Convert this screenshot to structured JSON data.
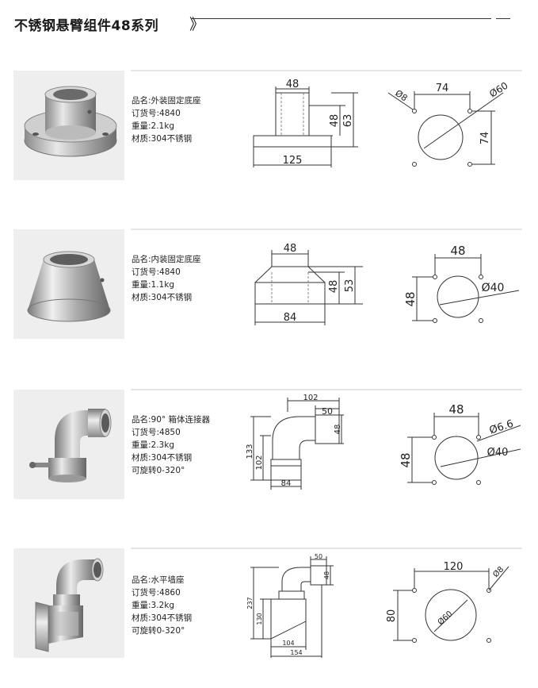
{
  "header": {
    "title": "不锈钢悬臂组件48系列",
    "chevron": "》"
  },
  "products": [
    {
      "lines": [
        "品名:外装固定底座",
        "订货号:4840",
        "重量:2.1kg",
        "材质:304不锈钢"
      ],
      "side_dims": [
        "48",
        "48",
        "63",
        "125"
      ],
      "top_dims": [
        "Ø8",
        "74",
        "Ø60",
        "74"
      ]
    },
    {
      "lines": [
        "品名:内装固定底座",
        "订货号:4840",
        "重量:1.1kg",
        "材质:304不锈钢"
      ],
      "side_dims": [
        "48",
        "48",
        "53",
        "84"
      ],
      "top_dims": [
        "48",
        "48",
        "Ø40"
      ]
    },
    {
      "lines": [
        "品名:90° 箱体连接器",
        "订货号:4850",
        "重量:2.3kg",
        "材质:304不锈钢",
        "可旋转0-320°"
      ],
      "side_dims": [
        "102",
        "50",
        "48",
        "133",
        "102",
        "84"
      ],
      "top_dims": [
        "48",
        "Ø6.6",
        "48",
        "Ø40"
      ]
    },
    {
      "lines": [
        "品名:水平墙座",
        "订货号:4860",
        "重量:3.2kg",
        "材质:304不锈钢",
        "可旋转0-320°"
      ],
      "side_dims": [
        "50",
        "48",
        "237",
        "130",
        "104",
        "154"
      ],
      "top_dims": [
        "120",
        "Ø8",
        "80",
        "Ø60"
      ]
    }
  ]
}
